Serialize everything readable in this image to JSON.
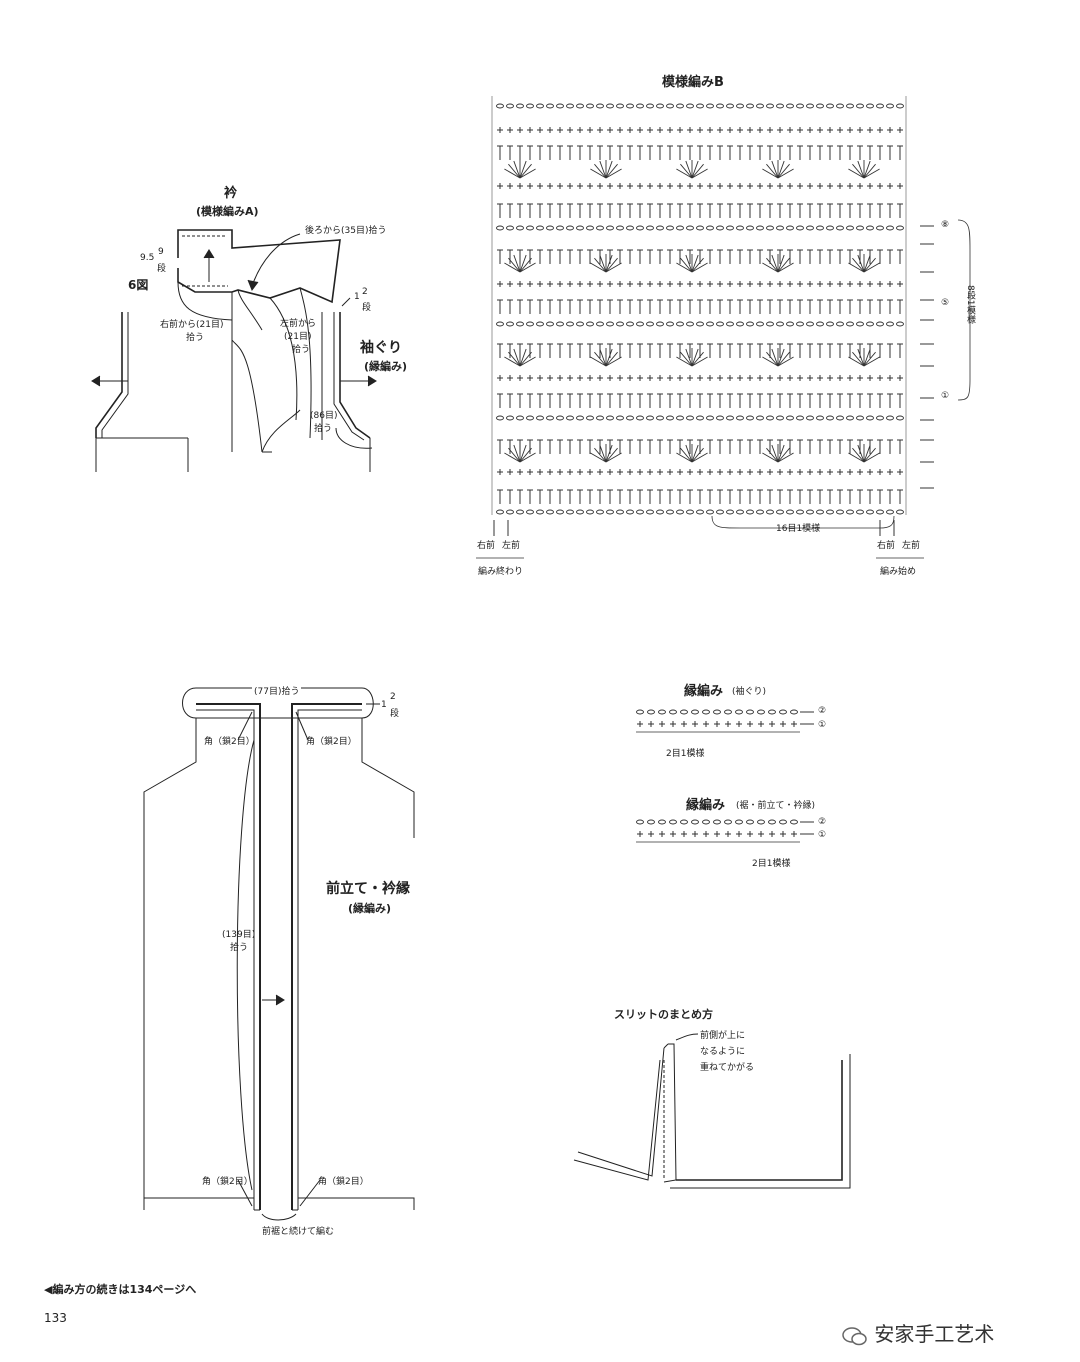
{
  "collar": {
    "title": "衿",
    "subtitle": "(模様編みA)",
    "back_pick": "後ろから(35目)拾う",
    "rows_cm": "9.5",
    "rows_count": "9",
    "rows_unit": "段",
    "figure_ref": "6図",
    "right_front_pick": "右前から(21目)",
    "right_front_pick2": "拾う",
    "left_front_pick": "左前から",
    "left_front_pick2": "(21目)",
    "left_front_pick3": "拾う"
  },
  "armhole": {
    "title": "袖ぐり",
    "subtitle": "(縁編み)",
    "rows_prefix": "1",
    "rows_count": "2",
    "rows_unit": "段",
    "pick": "(86目)",
    "pick2": "拾う"
  },
  "pattern_b": {
    "title": "模様編みB",
    "row_markers": [
      "⑧",
      "⑤",
      "①"
    ],
    "repeat_rows_label": "8段1模様",
    "repeat_stitches_label": "16目1模様",
    "left_labels": [
      "右前",
      "左前"
    ],
    "right_labels": [
      "右前",
      "左前"
    ],
    "end_label": "編み終わり",
    "start_label": "編み始め"
  },
  "front_band": {
    "top_pick": "(77目)拾う",
    "rows_prefix": "1",
    "rows_count": "2",
    "rows_unit": "段",
    "corner_label": "角（鎖2目）",
    "side_pick": "(139目)",
    "side_pick2": "拾う",
    "title": "前立て・衿縁",
    "subtitle": "(縁編み)",
    "hem_continue": "前裾と続けて編む"
  },
  "edging_armhole": {
    "title": "縁編み",
    "sub": "(袖ぐり)",
    "rows": [
      "②",
      "①"
    ],
    "repeat": "2目1模様"
  },
  "edging_front": {
    "title": "縁編み",
    "sub": "(裾・前立て・衿縁)",
    "rows": [
      "②",
      "①"
    ],
    "repeat": "2目1模様"
  },
  "slit": {
    "title": "スリットのまとめ方",
    "note1": "前側が上に",
    "note2": "なるように",
    "note3": "重ねてかがる"
  },
  "footer": {
    "continue_note": "◀編み方の続きは134ページへ",
    "page_number": "133",
    "watermark": "安家手工艺术"
  }
}
